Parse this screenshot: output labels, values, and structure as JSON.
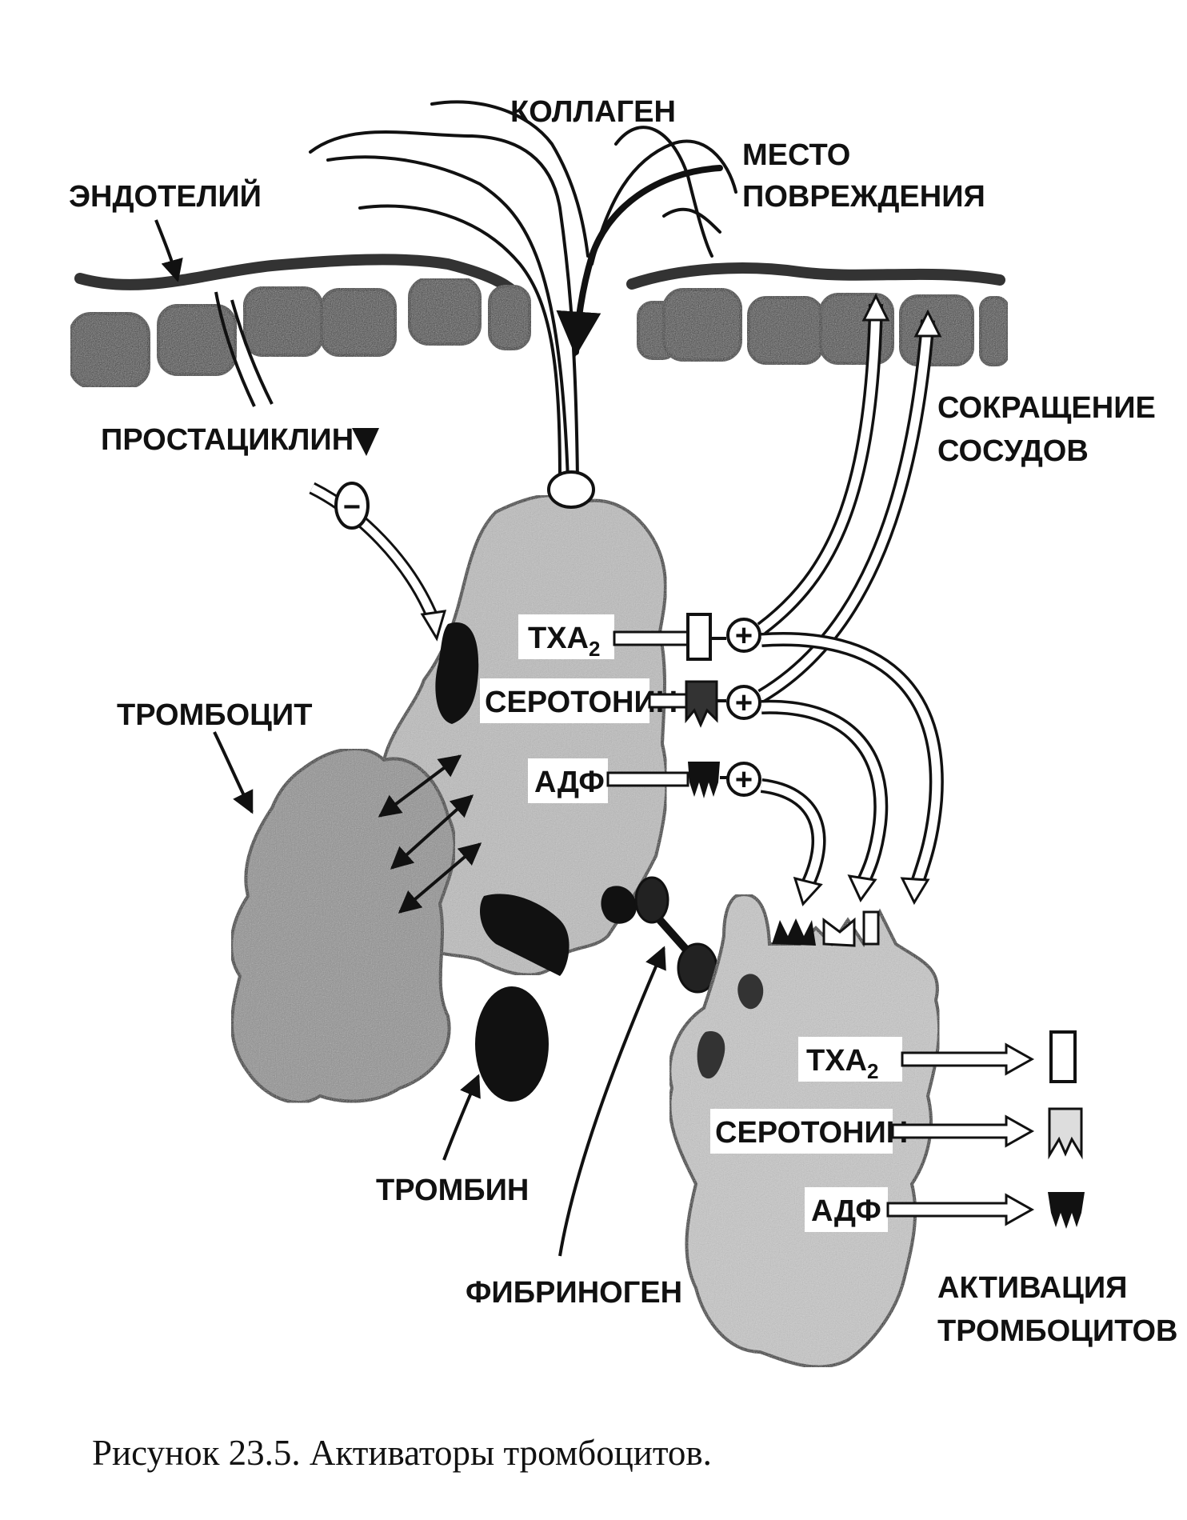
{
  "labels": {
    "collagen": "КОЛЛАГЕН",
    "injury_site_line1": "МЕСТО",
    "injury_site_line2": "ПОВРЕЖДЕНИЯ",
    "endothelium": "ЭНДОТЕЛИЙ",
    "prostacyclin": "ПРОСТАЦИКЛИН",
    "vasoconstriction_line1": "СОКРАЩЕНИЕ",
    "vasoconstriction_line2": "СОСУДОВ",
    "platelet": "ТРОМБОЦИТ",
    "thrombin": "ТРОМБИН",
    "fibrinogen": "ФИБРИНОГЕН",
    "platelet_activation_line1": "АКТИВАЦИЯ",
    "platelet_activation_line2": "ТРОМБОЦИТОВ"
  },
  "mediators": {
    "txa": "TXA",
    "txa_subscript": "2",
    "serotonin": "СЕРОТОНИН",
    "adp": "АДФ"
  },
  "signs": {
    "inhibit": "−",
    "stimulate": "+"
  },
  "caption": "Рисунок 23.5. Активаторы тромбоцитов."
}
